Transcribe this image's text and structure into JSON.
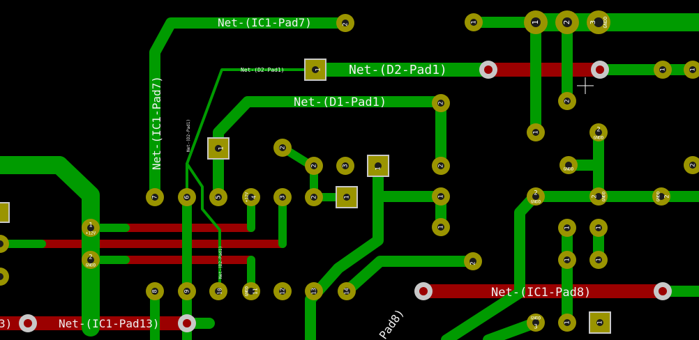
{
  "labels": {
    "ic1_pad7_top": "Net-(IC1-Pad7)",
    "ic1_pad7_vert": "Net-(IC1-Pad7)",
    "d2_pad1_big": "Net-(D2-Pad1)",
    "d2_pad1_small": "Net-(D2-Pad1)",
    "d2_pad1_vert_a": "Net-(D2-Pad1)",
    "d2_pad1_vert_b": "Net-(D2-Pad1)",
    "d1_pad1": "Net-(D1-Pad1)",
    "ic1_pad8": "Net-(IC1-Pad8)",
    "ic1_pad13": "Net-(IC1-Pad13)",
    "ic1_pad13_left": "3)",
    "pad8_diag": "Pad8)"
  },
  "pads": {
    "p_top_2": "2",
    "p_top_r1": "1",
    "p_top_r_big1": "1",
    "p_top_r_big2": "2",
    "p_top_r_big3": "3",
    "p_top_r_gndd": "GNDD",
    "d2_sq": "1",
    "d2_r1a": "1",
    "d2_r1b": "1",
    "p_2_right": "2",
    "p_1_mid": "1",
    "d1_sq": "1",
    "p_2_d1": "2",
    "p_2_gndd": "2",
    "p_gndd_a": "GNDD",
    "p_2_free": "2",
    "p_2_mid": "2",
    "p_3_mid": "3",
    "p_1_sq_mid": "1",
    "p_2_col": "2",
    "p_gndd_b": "GNDD",
    "p_r_2": "2",
    "p_r_gndd_1": "GNDD",
    "p_r_2b": "2",
    "p_r_gndd_2": "GNDD",
    "p_r_gndd_3": "GNDD",
    "p_r_2c": "2",
    "ic_7": "7",
    "ic_6": "6",
    "ic_5": "5",
    "ic_4": "4",
    "ic_4_net": "+12V",
    "ic_3": "3",
    "ic_2": "2",
    "ic_1": "1",
    "ic_8": "8",
    "ic_9": "9",
    "ic_10": "10",
    "ic_11": "11",
    "ic_11_net": "GNDD",
    "ic_12": "12",
    "ic_13": "13",
    "ic_14": "14",
    "l_1": "1",
    "l_1_net": "+12V",
    "l_2": "2",
    "l_2_net": "GNDD",
    "p_2_right_low": "2",
    "p_1_c1": "1",
    "p_1_c2": "1",
    "p_1_c3": "1",
    "p_1_c4": "1",
    "p_1_c5": "1",
    "p_2_c": "2",
    "p_gndd_c": "GNDD",
    "p_3_c": "3",
    "p_1_c6": "1",
    "p_1_sq_br": "1",
    "p_r_1": "1"
  }
}
